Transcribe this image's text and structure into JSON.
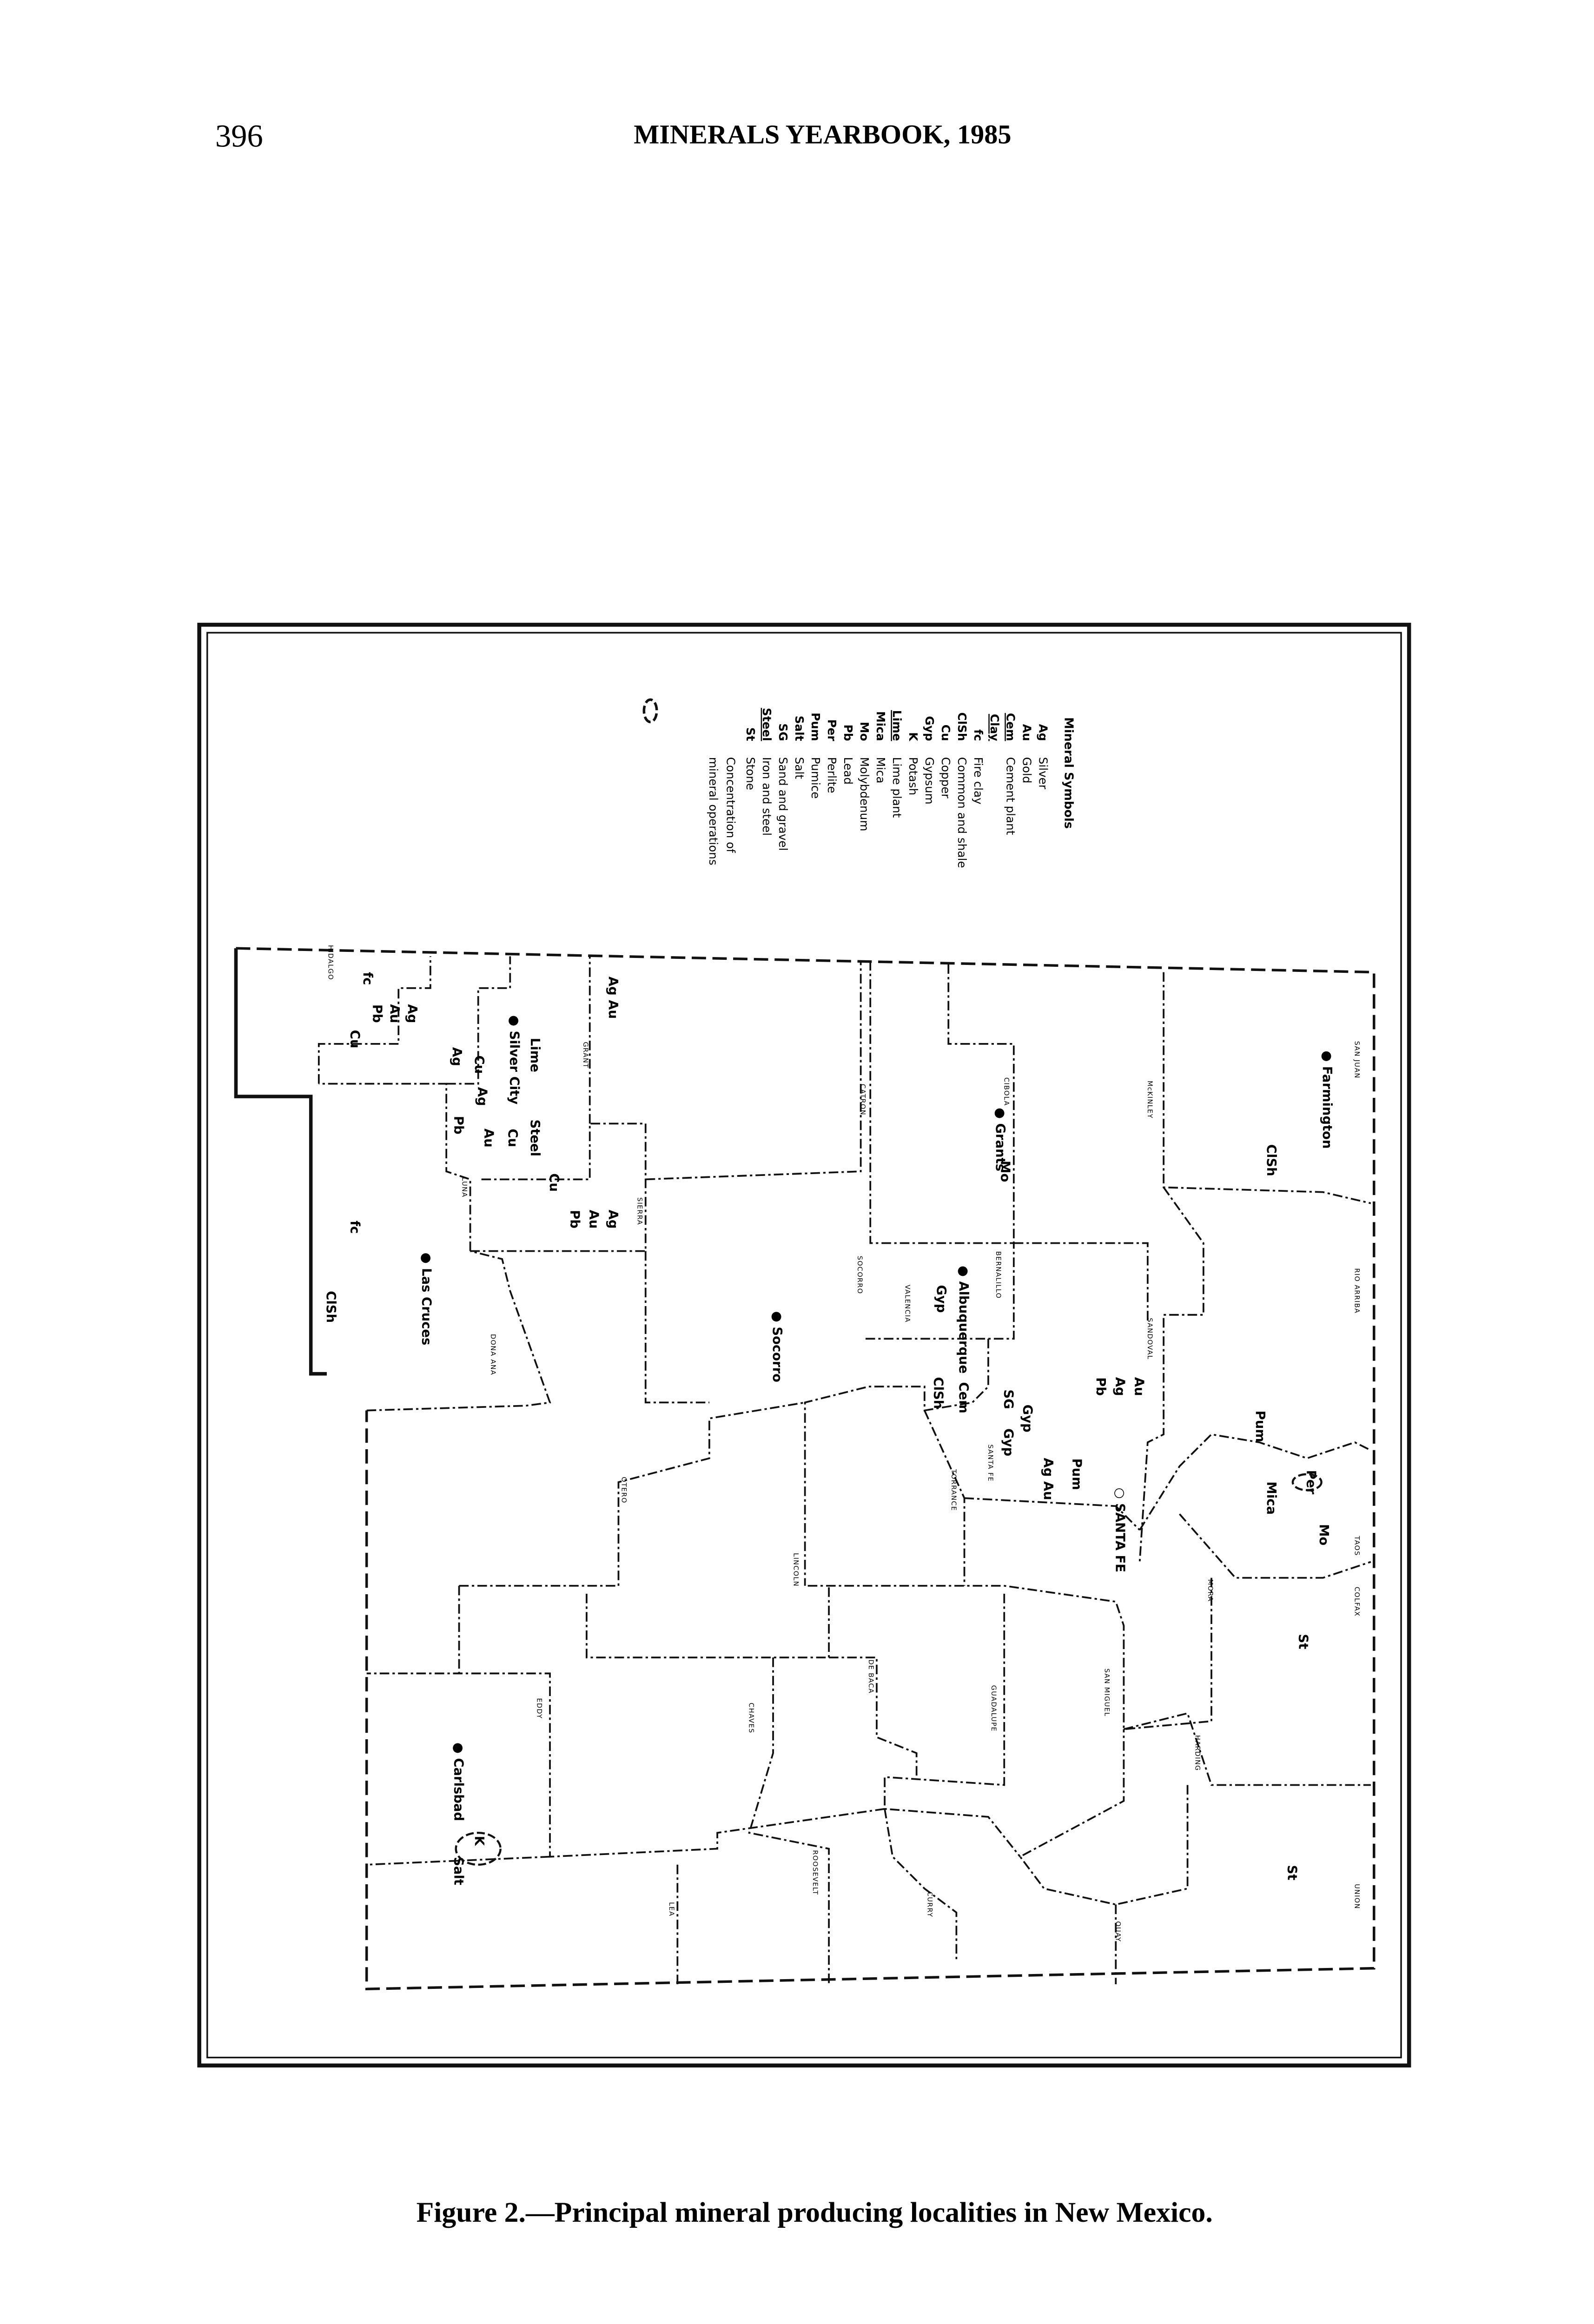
{
  "header": {
    "page_number": "396",
    "running_title": "MINERALS YEARBOOK, 1985"
  },
  "caption": "Figure 2.—Principal mineral producing localities in New Mexico.",
  "legend": {
    "title": "Mineral Symbols",
    "items": [
      {
        "symbol": "Ag",
        "label": "Silver"
      },
      {
        "symbol": "Au",
        "label": "Gold"
      },
      {
        "symbol": "Cem",
        "label": "Cement plant"
      },
      {
        "symbol": "Clay",
        "label": ""
      },
      {
        "symbol": "fc",
        "label": "Fire clay"
      },
      {
        "symbol": "ClSh",
        "label": "Common and shale"
      },
      {
        "symbol": "Cu",
        "label": "Copper"
      },
      {
        "symbol": "Gyp",
        "label": "Gypsum"
      },
      {
        "symbol": "K",
        "label": "Potash"
      },
      {
        "symbol": "Lime",
        "label": "Lime plant"
      },
      {
        "symbol": "Mica",
        "label": "Mica"
      },
      {
        "symbol": "Mo",
        "label": "Molybdenum"
      },
      {
        "symbol": "Pb",
        "label": "Lead"
      },
      {
        "symbol": "Per",
        "label": "Perlite"
      },
      {
        "symbol": "Pum",
        "label": "Pumice"
      },
      {
        "symbol": "Salt",
        "label": "Salt"
      },
      {
        "symbol": "SG",
        "label": "Sand and gravel"
      },
      {
        "symbol": "Steel",
        "label": "Iron and steel"
      },
      {
        "symbol": "St",
        "label": "Stone"
      }
    ],
    "concentration_1": "Concentration of",
    "concentration_2": "mineral operations"
  },
  "counties": [
    "SAN JUAN",
    "RIO ARRIBA",
    "TAOS",
    "COLFAX",
    "UNION",
    "MORA",
    "HARDING",
    "SAN MIGUEL",
    "QUAY",
    "SANTA FE",
    "SANDOVAL",
    "McKINLEY",
    "CIBOLA",
    "BERNALILLO",
    "VALENCIA",
    "TORRANCE",
    "SOCORRO",
    "CATRON",
    "LINCOLN",
    "GUADALUPE",
    "DE BACA",
    "CHAVES",
    "ROOSEVELT",
    "CURRY",
    "EDDY",
    "LEA",
    "OTERO",
    "SIERRA",
    "DONA ANA",
    "GRANT",
    "LUNA",
    "HIDALGO"
  ],
  "cities": [
    "Farmington",
    "SANTA FE",
    "Grants",
    "Albuquerque",
    "Socorro",
    "Las Cruces",
    "Silver City",
    "Carlsbad"
  ],
  "map_labels": {
    "farmington_clsh": "ClSh",
    "taos_mo": "Mo",
    "taos_mica": "Mica",
    "taos_per": "Per",
    "rio_pum": "Pum",
    "colfax_st": "St",
    "union_st": "St",
    "sf_pum": "Pum",
    "sf_agau": "Ag Au",
    "sandoval_au": "Au",
    "sandoval_ag": "Ag",
    "sandoval_pb": "Pb",
    "grants_mo": "Mo",
    "bern_gyp1": "Gyp",
    "bern_sg": "SG",
    "bern_gyp2": "Gyp",
    "bern_cem": "Cem",
    "val_gyp": "Gyp",
    "val_clsh": "ClSh",
    "eddy_k": "K",
    "eddy_salt": "Salt",
    "sierra_ag": "Ag",
    "sierra_au": "Au",
    "sierra_pb": "Pb",
    "dona_clsh": "ClSh",
    "luna_fc": "fc",
    "grant_agau": "Ag Au",
    "grant_lime": "Lime",
    "grant_steel": "Steel",
    "grant_cu1": "Cu",
    "grant_cu2": "Cu",
    "grant_cu3": "Cu",
    "grant_ag1": "Ag",
    "grant_ag2": "Ag",
    "grant_au": "Au",
    "grant_pb": "Pb",
    "hid_fc": "fc",
    "hid_ag": "Ag",
    "hid_au": "Au",
    "hid_pb": "Pb",
    "hid_cu": "Cu"
  }
}
